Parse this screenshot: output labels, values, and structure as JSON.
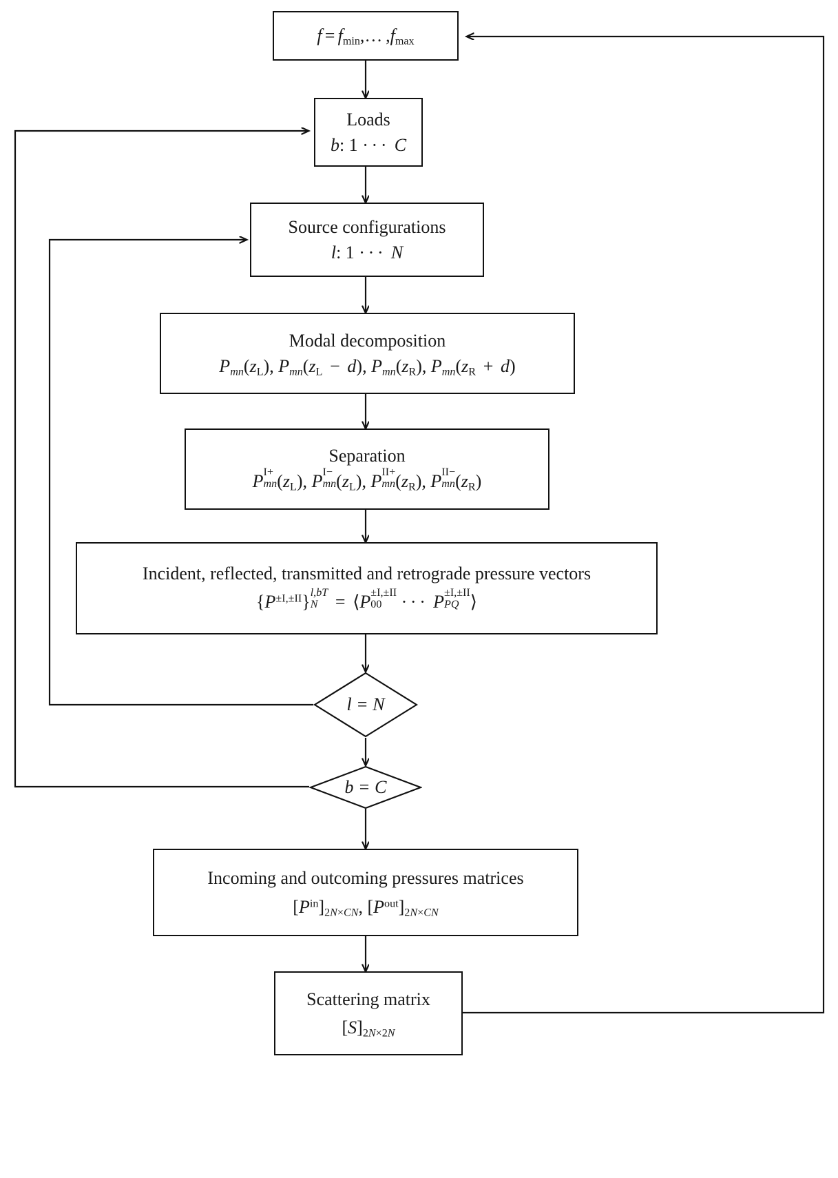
{
  "diagram": {
    "title": "Scattering matrix computation flowchart",
    "type": "flowchart",
    "stroke_color": "#111111",
    "background_color": "#ffffff"
  },
  "nodes": {
    "frequency_loop": {
      "shape": "process",
      "line1": "f = f_min, . . . , f_max",
      "line1_parts": {
        "var": "f",
        "eq": "=",
        "min": "f",
        "min_sub": "min",
        "dots": ". . .",
        "max": "f",
        "max_sub": "max"
      }
    },
    "loads": {
      "shape": "process",
      "line1": "Loads",
      "line2": "b: 1 · · · C",
      "line2_parts": {
        "var": "b",
        "colon": ":",
        "from": "1",
        "dots": "· · ·",
        "to": "C"
      }
    },
    "source_configurations": {
      "shape": "process",
      "line1": "Source configurations",
      "line2": "l: 1 · · · N",
      "line2_parts": {
        "var": "l",
        "colon": ":",
        "from": "1",
        "dots": "· · ·",
        "to": "N"
      }
    },
    "modal_decomposition": {
      "shape": "process",
      "line1": "Modal decomposition",
      "line2": "P_mn(z_L), P_mn(z_L − d), P_mn(z_R), P_mn(z_R + d)",
      "terms": [
        "P_mn(z_L)",
        "P_mn(z_L − d)",
        "P_mn(z_R)",
        "P_mn(z_R + d)"
      ]
    },
    "separation": {
      "shape": "process",
      "line1": "Separation",
      "line2": "P^I+_mn(z_L), P^I−_mn(z_L), P^II+_mn(z_R), P^II−_mn(z_R)",
      "terms": [
        "P^I+_mn(z_L)",
        "P^I−_mn(z_L)",
        "P^II+_mn(z_R)",
        "P^II−_mn(z_R)"
      ]
    },
    "pressure_vectors": {
      "shape": "process",
      "line1": "Incident, reflected, transmitted and retrograde pressure vectors",
      "line2": "{P^±I,±II}_N^{l,bT} = ⟨P^±I,±II_00 · · · P^±I,±II_PQ⟩"
    },
    "decision_l_equals_n": {
      "shape": "decision",
      "label": "l = N"
    },
    "decision_b_equals_c": {
      "shape": "decision",
      "label": "b = C"
    },
    "pressure_matrices": {
      "shape": "process",
      "line1": "Incoming and outcoming pressures matrices",
      "line2": "[P^in]_2N×CN, [P^out]_2N×CN"
    },
    "scattering_matrix": {
      "shape": "process",
      "line1": "Scattering matrix",
      "line2": "[S]_2N×2N"
    }
  },
  "labels": {
    "loads_title": "Loads",
    "source_title": "Source configurations",
    "modal_title": "Modal decomposition",
    "separation_title": "Separation",
    "vectors_title": "Incident, reflected, transmitted and retrograde pressure vectors",
    "matrices_title": "Incoming and outcoming pressures matrices",
    "scattering_title": "Scattering matrix"
  },
  "edges": [
    {
      "from": "frequency_loop",
      "to": "loads",
      "style": "arrow-down"
    },
    {
      "from": "loads",
      "to": "source_configurations",
      "style": "arrow-down"
    },
    {
      "from": "source_configurations",
      "to": "modal_decomposition",
      "style": "arrow-down"
    },
    {
      "from": "modal_decomposition",
      "to": "separation",
      "style": "arrow-down"
    },
    {
      "from": "separation",
      "to": "pressure_vectors",
      "style": "arrow-down"
    },
    {
      "from": "pressure_vectors",
      "to": "decision_l_equals_n",
      "style": "arrow-down"
    },
    {
      "from": "decision_l_equals_n",
      "to": "source_configurations",
      "style": "feedback-left"
    },
    {
      "from": "decision_l_equals_n",
      "to": "decision_b_equals_c",
      "style": "arrow-down"
    },
    {
      "from": "decision_b_equals_c",
      "to": "loads",
      "style": "feedback-left-outer"
    },
    {
      "from": "decision_b_equals_c",
      "to": "pressure_matrices",
      "style": "arrow-down"
    },
    {
      "from": "pressure_matrices",
      "to": "scattering_matrix",
      "style": "arrow-down"
    },
    {
      "from": "scattering_matrix",
      "to": "frequency_loop",
      "style": "feedback-right-outer"
    }
  ]
}
